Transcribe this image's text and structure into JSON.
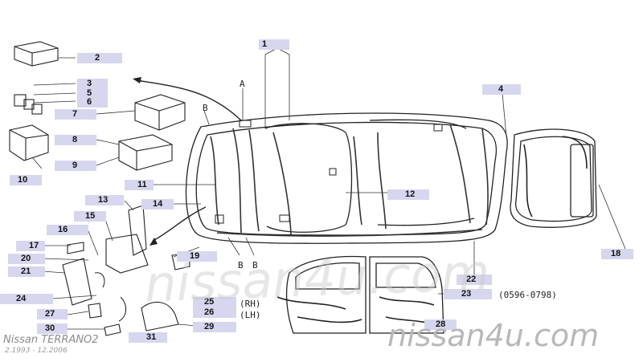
{
  "callouts": [
    {
      "n": "1"
    },
    {
      "n": "2"
    },
    {
      "n": "3"
    },
    {
      "n": "4"
    },
    {
      "n": "5"
    },
    {
      "n": "6"
    },
    {
      "n": "7"
    },
    {
      "n": "8"
    },
    {
      "n": "9"
    },
    {
      "n": "10"
    },
    {
      "n": "11"
    },
    {
      "n": "12"
    },
    {
      "n": "13"
    },
    {
      "n": "14"
    },
    {
      "n": "15"
    },
    {
      "n": "16"
    },
    {
      "n": "17"
    },
    {
      "n": "18"
    },
    {
      "n": "19"
    },
    {
      "n": "20"
    },
    {
      "n": "21"
    },
    {
      "n": "22"
    },
    {
      "n": "23"
    },
    {
      "n": "24"
    },
    {
      "n": "25"
    },
    {
      "n": "26"
    },
    {
      "n": "27"
    },
    {
      "n": "28"
    },
    {
      "n": "29"
    },
    {
      "n": "30"
    },
    {
      "n": "31"
    }
  ],
  "letters": {
    "a": "A",
    "b1": "B",
    "b2": "B",
    "b3": "B"
  },
  "side_labels": {
    "rh": "(RH)",
    "lh": "(LH)"
  },
  "date_range": "(0596-0798)",
  "watermark_center": "nissan4u.com",
  "watermark_bottom": "nissan4u.com",
  "brand": "Nissan TERRANO2",
  "years": "2.1993 - 12.2006"
}
